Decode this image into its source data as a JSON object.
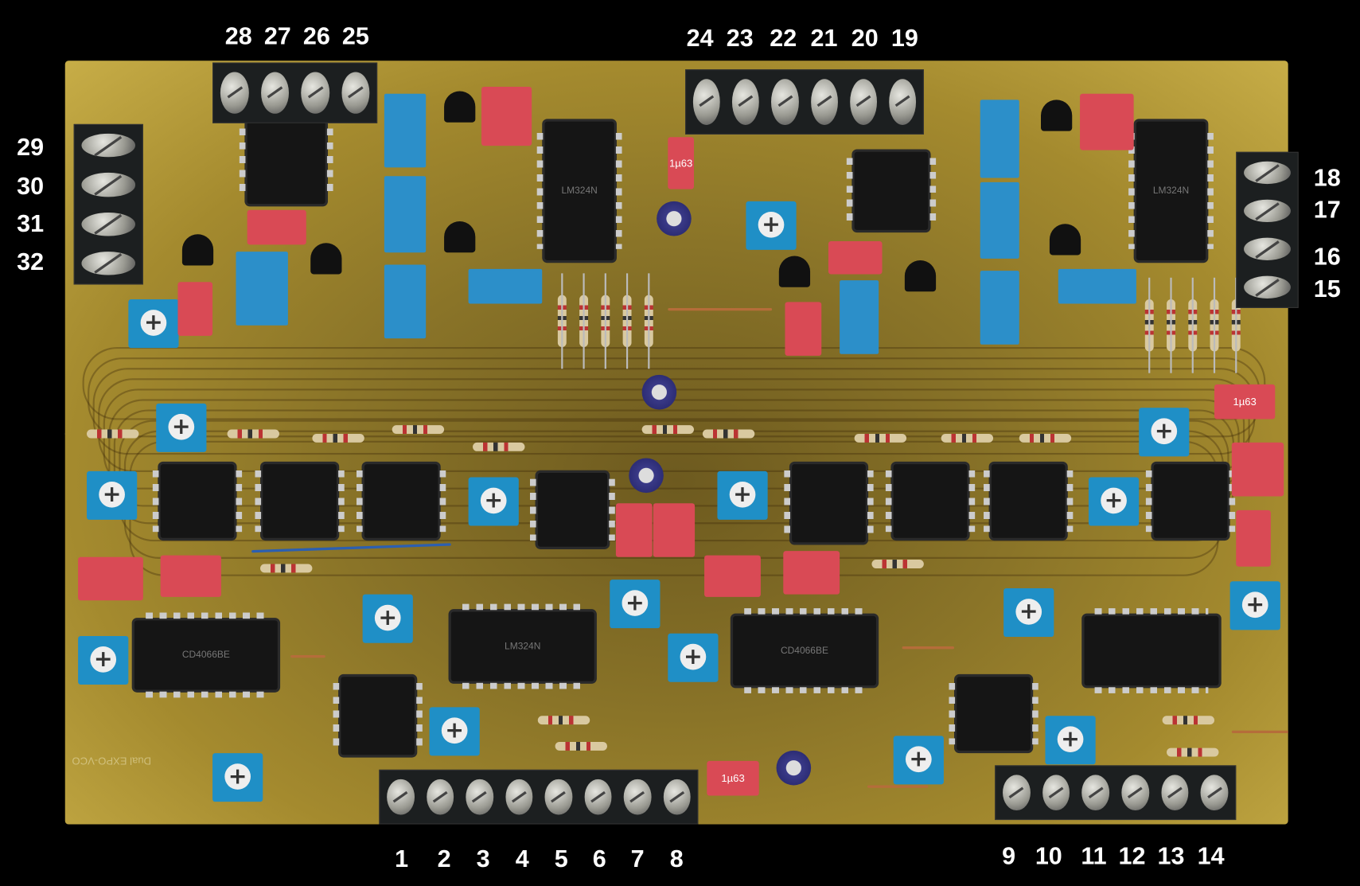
{
  "terminal_labels": {
    "top_left": [
      "28",
      "27",
      "26",
      "25"
    ],
    "top_mid": [
      "24",
      "23",
      "22",
      "21",
      "20",
      "19"
    ],
    "left": [
      "29",
      "30",
      "31",
      "32"
    ],
    "right": [
      "18",
      "17",
      "16",
      "15"
    ],
    "bottom_left": [
      "1",
      "2",
      "3",
      "4",
      "5",
      "6",
      "7",
      "8"
    ],
    "bottom_right": [
      "9",
      "10",
      "11",
      "12",
      "13",
      "14"
    ]
  },
  "chip_markings": {
    "lm324": "LM324N",
    "cd4066": "CD4066BE",
    "cap": "1µ63",
    "silkscreen": "Dual EXPO-VCO"
  },
  "colors": {
    "background": "#000000",
    "pcb": "#a48a2e",
    "capacitor": "#d94a55",
    "trimmer": "#1f8fc6"
  }
}
